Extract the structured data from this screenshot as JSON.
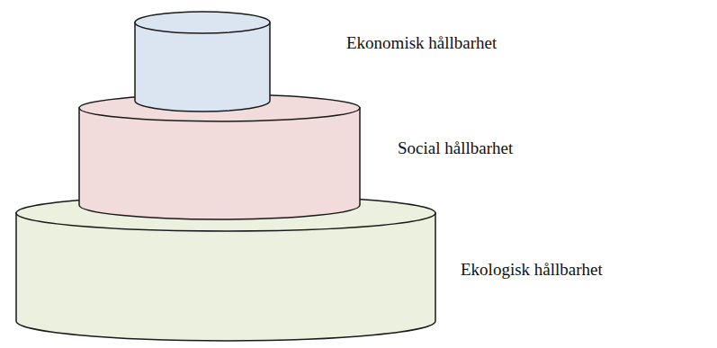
{
  "diagram": {
    "labels": [
      "Ekonomisk hållbarhet",
      "Social hållbarhet",
      "Ekologisk hållbarhet"
    ]
  }
}
